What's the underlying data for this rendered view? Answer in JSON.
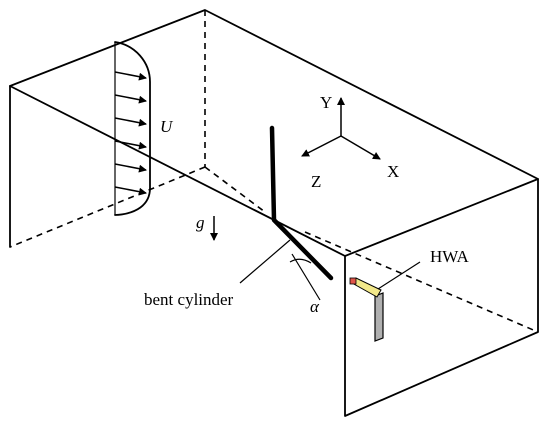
{
  "labels": {
    "velocity": "U",
    "gravity": "g",
    "axis_y": "Y",
    "axis_x": "X",
    "axis_z": "Z",
    "cylinder": "bent cylinder",
    "angle": "α",
    "probe": "HWA"
  },
  "colors": {
    "line": "#000000",
    "probe_body": "#f2e88a",
    "probe_tip": "#e0554a",
    "probe_support": "#b0b0b0"
  }
}
